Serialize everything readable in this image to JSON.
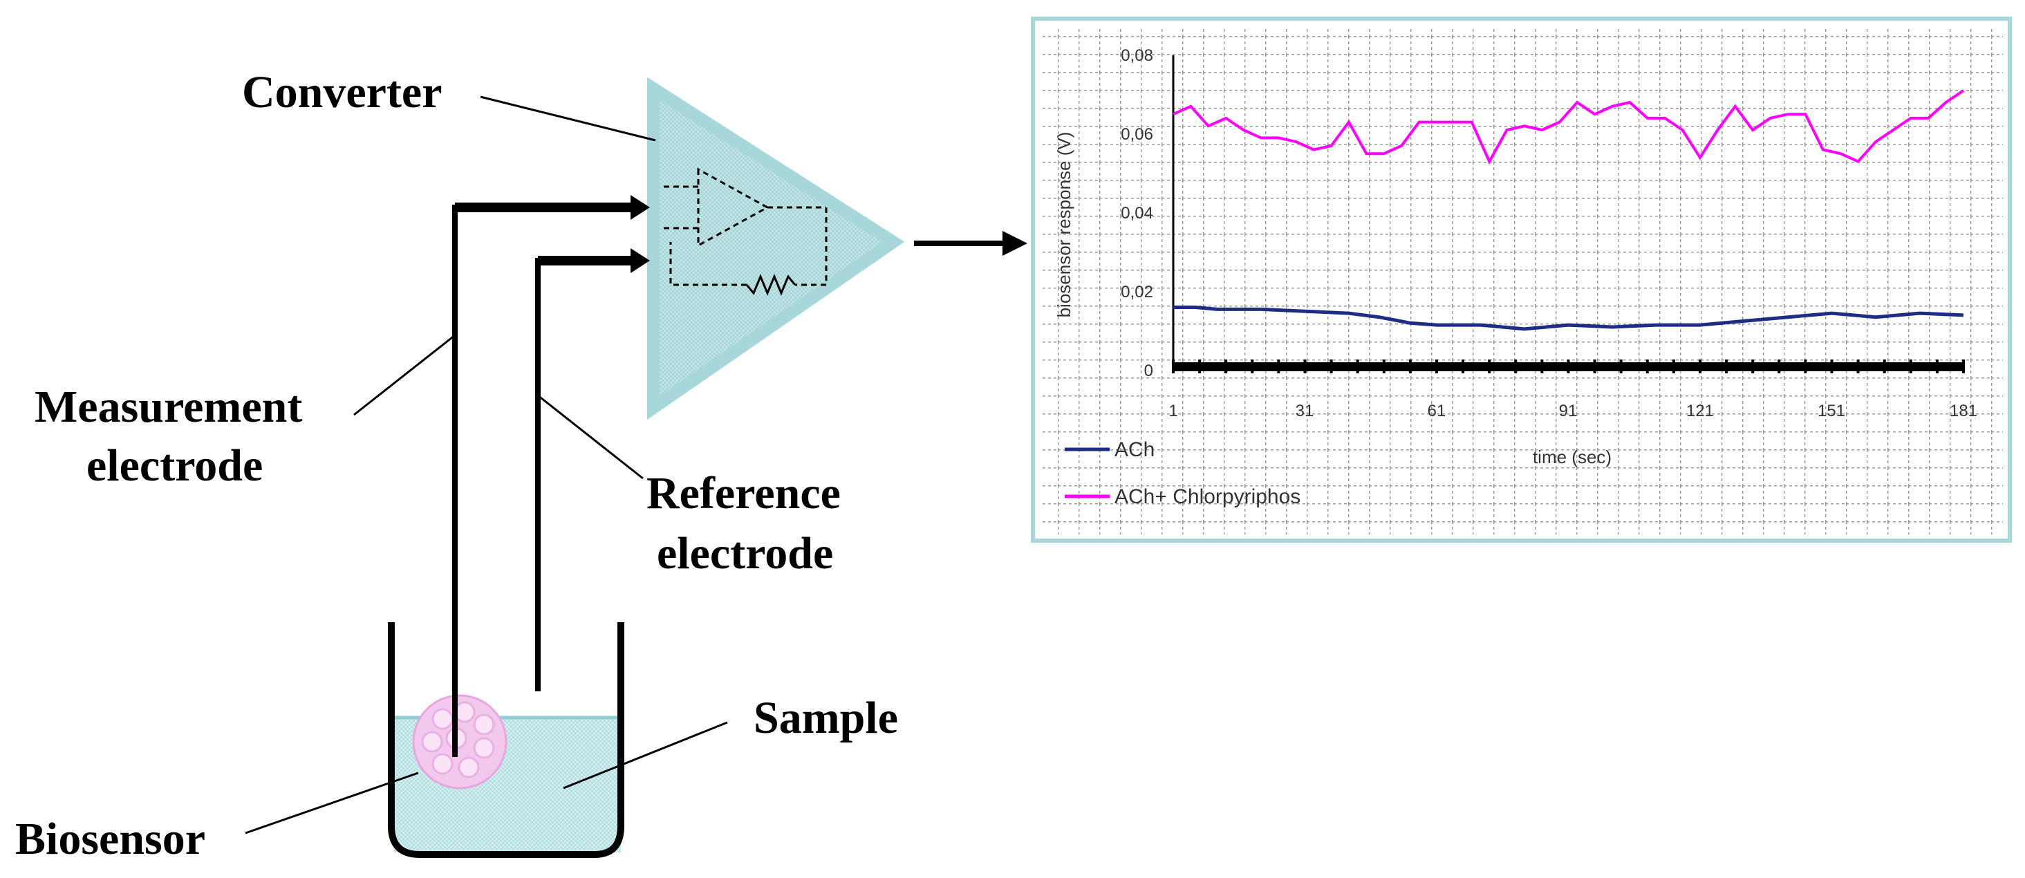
{
  "labels": {
    "converter": "Converter",
    "measurement_line1": "Measurement",
    "measurement_line2": "electrode",
    "reference_line1": "Reference",
    "reference_line2": "electrode",
    "sample": "Sample",
    "biosensor": "Biosensor"
  },
  "colors": {
    "converter_fill": "#bfe3e4",
    "converter_stroke": "#a7d7da",
    "liquid": "#c7e9ea",
    "bead": "#f6c6f0",
    "chart_border": "#a7d7da",
    "series_ach": "#1f2c84",
    "series_chlor": "#ff00ff"
  },
  "chart_data": {
    "type": "line",
    "title": "",
    "xlabel": "time (sec)",
    "ylabel": "biosensor response (V)",
    "xlim": [
      1,
      181
    ],
    "ylim": [
      0,
      0.08
    ],
    "xticks": [
      "1",
      "31",
      "61",
      "91",
      "121",
      "151",
      "181"
    ],
    "yticks": [
      "0",
      "0,02",
      "0,04",
      "0,06",
      "0,08"
    ],
    "ytick_values": [
      0,
      0.02,
      0.04,
      0.06,
      0.08
    ],
    "grid": true,
    "legend": "bottom-left",
    "series": [
      {
        "name": "ACh",
        "color": "#1f2c84",
        "x": [
          1,
          6,
          11,
          21,
          31,
          41,
          48,
          55,
          61,
          71,
          81,
          91,
          101,
          111,
          121,
          131,
          141,
          151,
          161,
          171,
          181
        ],
        "y": [
          0.015,
          0.015,
          0.0145,
          0.0145,
          0.014,
          0.0135,
          0.0125,
          0.011,
          0.0105,
          0.0105,
          0.0095,
          0.0105,
          0.01,
          0.0105,
          0.0105,
          0.0115,
          0.0125,
          0.0135,
          0.0125,
          0.0135,
          0.013
        ]
      },
      {
        "name": "ACh+ Chlorpyriphos",
        "color": "#ff00ff",
        "x": [
          1,
          5,
          9,
          13,
          17,
          21,
          25,
          29,
          33,
          37,
          41,
          45,
          49,
          53,
          57,
          61,
          65,
          69,
          73,
          77,
          81,
          85,
          89,
          93,
          97,
          101,
          105,
          109,
          113,
          117,
          121,
          125,
          129,
          133,
          137,
          141,
          145,
          149,
          153,
          157,
          161,
          165,
          169,
          173,
          177,
          181
        ],
        "y": [
          0.064,
          0.066,
          0.061,
          0.063,
          0.06,
          0.058,
          0.058,
          0.057,
          0.055,
          0.056,
          0.062,
          0.054,
          0.054,
          0.056,
          0.062,
          0.062,
          0.062,
          0.062,
          0.052,
          0.06,
          0.061,
          0.06,
          0.062,
          0.067,
          0.064,
          0.066,
          0.067,
          0.063,
          0.063,
          0.06,
          0.053,
          0.06,
          0.066,
          0.06,
          0.063,
          0.064,
          0.064,
          0.055,
          0.054,
          0.052,
          0.057,
          0.06,
          0.063,
          0.063,
          0.067,
          0.07
        ]
      }
    ]
  }
}
